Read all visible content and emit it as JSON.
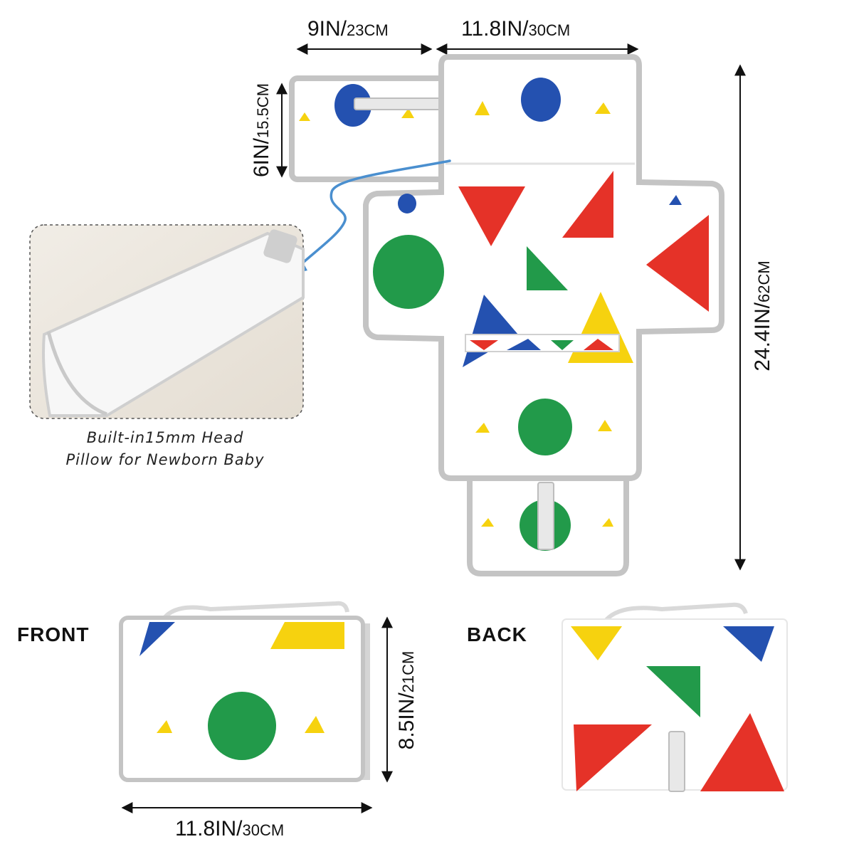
{
  "dimensions": {
    "flap_width": {
      "value": "9IN/",
      "unit": "23CM"
    },
    "main_width": {
      "value": "11.8IN/",
      "unit": "30CM"
    },
    "flap_height": {
      "value": "6IN/",
      "unit": "15.5CM"
    },
    "total_length": {
      "value": "24.4IN/",
      "unit": "62CM"
    },
    "folded_height": {
      "value": "8.5IN/",
      "unit": "21CM"
    },
    "folded_width": {
      "value": "11.8IN/",
      "unit": "30CM"
    }
  },
  "pillow_caption": {
    "line1": "Built-in15mm Head",
    "line2": "Pillow for Newborn Baby"
  },
  "views": {
    "front": "FRONT",
    "back": "BACK"
  },
  "colors": {
    "red": "#e53228",
    "blue": "#2451b0",
    "green": "#229a4a",
    "yellow": "#f6d20f",
    "trim": "#bdbdbd",
    "arrow": "#4a8fcf"
  }
}
